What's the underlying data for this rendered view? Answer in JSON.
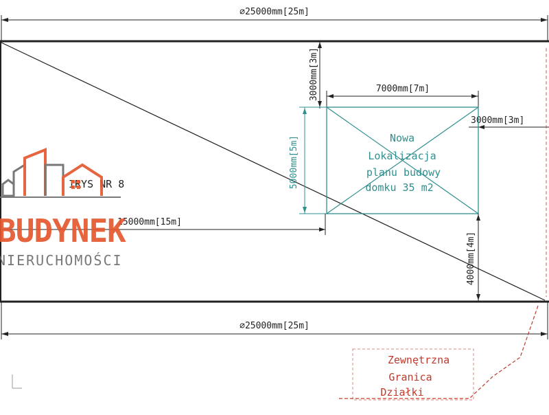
{
  "dimensions": {
    "top_width": "⌀25000mm[25m]",
    "bottom_width": "⌀25000mm[25m]",
    "top_gap": "3000mm[3m]",
    "house_width": "7000mm[7m]",
    "right_gap": "3000mm[3m]",
    "house_height": "5000mm[5m]",
    "left_gap": "15000mm[15m]",
    "bottom_gap": "4000mm[4m]"
  },
  "drawing_title": "IRYS NR 8",
  "house_label": {
    "line1": "Nowa",
    "line2": "Lokalizacja",
    "line3": "planu budowy",
    "line4": "domku 35 m2"
  },
  "boundary_label": {
    "line1": "Zewnętrzna",
    "line2": "Granica",
    "line3": "Działki"
  },
  "watermark": {
    "brand": "BUDYNEK",
    "tagline": "NIERUCHOMOŚCI"
  },
  "colors": {
    "ink": "#222222",
    "house": "#2f8f8f",
    "boundary": "#c0392b",
    "logo_gray": "#6d6d6d",
    "logo_red": "#e4572e"
  }
}
